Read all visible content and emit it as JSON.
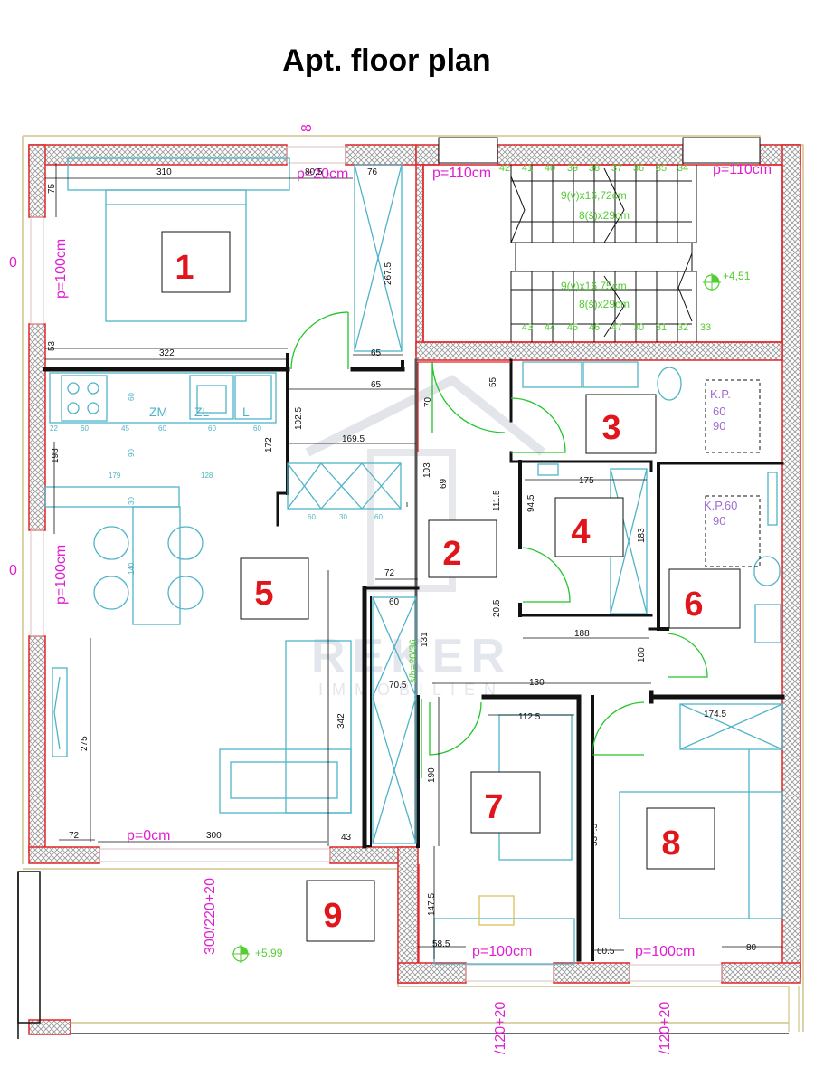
{
  "title": "Apt. floor plan",
  "colors": {
    "wall": "#111111",
    "hatch": "#9a9a9a",
    "outline_red": "#e0262b",
    "outline_tan": "#cfc48a",
    "furniture": "#4fb3c8",
    "door": "#22c42a",
    "magenta": "#e020d0",
    "dim": "#111111",
    "room_number": "#e0161c",
    "stair_text": "#55cc33",
    "kp_text": "#a06cd0",
    "level": "#55cc33",
    "watermark": "#d7dbe3"
  },
  "rooms": [
    "1",
    "2",
    "3",
    "4",
    "5",
    "6",
    "7",
    "8",
    "9"
  ],
  "sill_labels": {
    "bedroom_top": "p=20cm",
    "stair_left": "p=110cm",
    "stair_right": "p=110cm",
    "left_upper": "p=100cm",
    "left_lower": "p=100cm",
    "living_bottom": "p=0cm",
    "room7_bottom": "p=100cm",
    "room8_bottom": "p=100cm"
  },
  "window_labels": {
    "top": "8",
    "left_upper": "0",
    "left_lower": "0",
    "terrace": "300/220+20",
    "room7": "/120+20",
    "room8": "/120+20"
  },
  "dimensions": {
    "d310": "310",
    "d80_5": "80.5",
    "d76": "76",
    "d75": "75",
    "d267_5": "267.5",
    "d53": "53",
    "d322": "322",
    "d65a": "65",
    "d65b": "65",
    "d55": "55",
    "d102_5": "102.5",
    "d169_5": "169.5",
    "d172": "172",
    "d70": "70",
    "d69": "69",
    "d103": "103",
    "d111_5": "111.5",
    "d175": "175",
    "d94_5": "94.5",
    "d183": "183",
    "d20_5": "20.5",
    "d188": "188",
    "d100": "100",
    "d72a": "72",
    "d60a": "60",
    "d131": "131",
    "d70_5": "70.5",
    "d130": "130",
    "d112_5": "112.5",
    "d174_5": "174.5",
    "d342": "342",
    "d275": "275",
    "d190": "190",
    "d337_5": "337.5",
    "d147_5": "147.5",
    "d58_5": "58.5",
    "d60_5": "60.5",
    "d80b": "80",
    "d72b": "72",
    "d300": "300",
    "d43": "43",
    "d198": "198",
    "d179": "179",
    "d128": "128",
    "d140": "140",
    "d30": "30",
    "d90": "90",
    "d60b": "60",
    "d45": "45",
    "d22": "22",
    "k60a": "60",
    "k60b": "60",
    "k60c": "60",
    "k60d": "60",
    "k30": "30",
    "k60e": "60",
    "k60f": "60"
  },
  "kitchen_labels": {
    "zm": "ZM",
    "zl": "ZL",
    "l": "L"
  },
  "stairs": {
    "top_numbers": [
      "42",
      "41",
      "40",
      "39",
      "38",
      "37",
      "36",
      "35",
      "34"
    ],
    "bottom_numbers": [
      "43",
      "44",
      "45",
      "46",
      "47",
      "30",
      "31",
      "32",
      "33"
    ],
    "spec_upper_1": "9(v)x16,72cm",
    "spec_upper_2": "8(š)x29cm",
    "spec_lower_1": "9(v)x16,75cm",
    "spec_lower_2": "8(š)x29cm",
    "level_stair": "+4,51",
    "level_terrace": "+5,99"
  },
  "shower_labels": {
    "kp_1": "K.P.",
    "kp_1_a": "60",
    "kp_1_b": "90",
    "kp_2": "K.P.60",
    "kp_2_b": "90"
  },
  "slope_note": "š/h=20/36",
  "watermark": {
    "line1": "REKER",
    "line2": "IMMOBILIEN"
  }
}
